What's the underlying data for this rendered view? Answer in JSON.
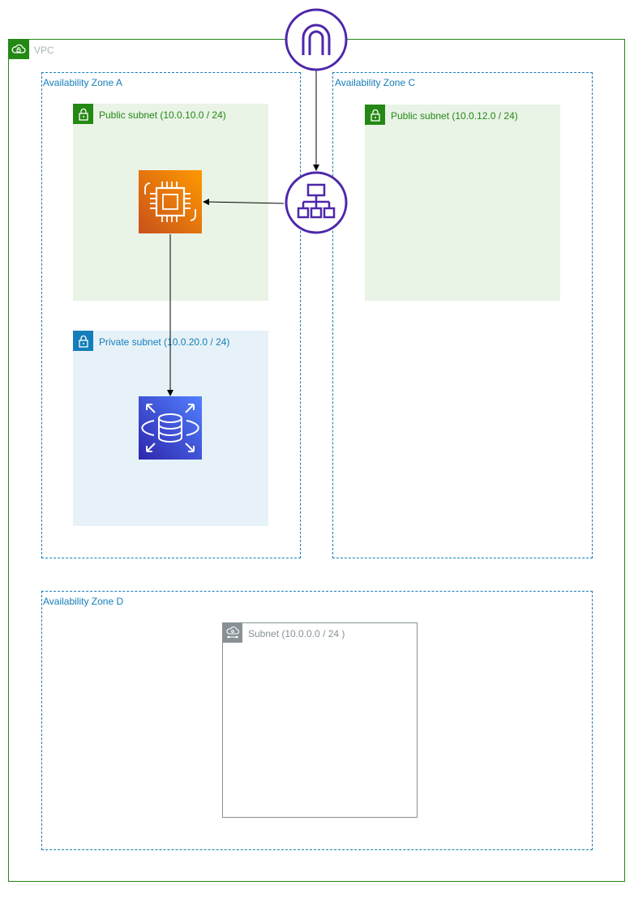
{
  "vpc": {
    "label": "VPC",
    "icon": "vpc-cloud-lock-icon",
    "color": "#248814"
  },
  "zones": {
    "a": {
      "label": "Availability Zone A"
    },
    "c": {
      "label": "Availability Zone C"
    },
    "d": {
      "label": "Availability Zone D"
    }
  },
  "subnets": {
    "public_a": {
      "label": "Public subnet (10.0.10.0 / 24)",
      "icon": "lock-icon",
      "color": "#248814"
    },
    "private_a": {
      "label": "Private subnet (10.0.20.0 / 24)",
      "icon": "lock-icon",
      "color": "#147eba"
    },
    "public_c": {
      "label": "Public subnet (10.0.12.0 / 24)",
      "icon": "lock-icon",
      "color": "#248814"
    },
    "subnet_d": {
      "label": "Subnet (10.0.0.0 / 24 )",
      "icon": "cloud-subnet-icon",
      "color": "#879196"
    }
  },
  "nodes": {
    "internet_gateway": {
      "icon": "internet-gateway-icon",
      "color": "#4d27aa"
    },
    "load_balancer": {
      "icon": "load-balancer-icon",
      "color": "#4d27aa"
    },
    "ec2": {
      "icon": "ec2-chip-icon",
      "color": "#ed7100"
    },
    "rds": {
      "icon": "rds-database-icon",
      "color": "#3b48cc"
    }
  },
  "colors": {
    "zone_border": "#147eba",
    "public_fill": "#e9f3e6",
    "private_fill": "#e6f2f8"
  }
}
